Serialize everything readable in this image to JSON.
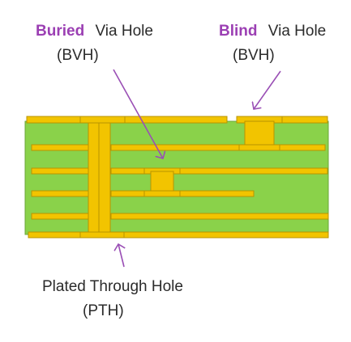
{
  "colors": {
    "board": "#8ad24a",
    "board_edge": "#6aa63a",
    "copper": "#f2c400",
    "copper_edge": "#b89400",
    "arrow": "#9a4fb5",
    "emphasis": "#9b3fb3",
    "text": "#2b2b2b",
    "background": "#ffffff"
  },
  "labels": {
    "buried": {
      "emph": "Buried",
      "rest": "Via Hole",
      "abbr": "(BVH)"
    },
    "blind": {
      "emph": "Blind",
      "rest": "Via Hole",
      "abbr": "(BVH)"
    },
    "through": {
      "line1": "Plated Through Hole",
      "abbr": "(PTH)"
    }
  }
}
